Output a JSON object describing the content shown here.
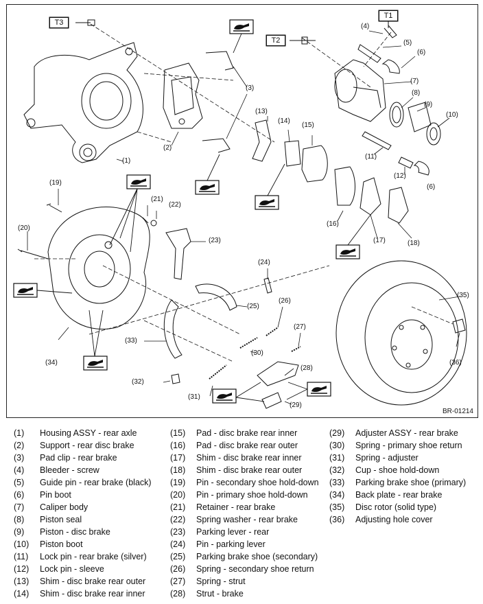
{
  "diagram": {
    "figure_id": "BR-01214",
    "torque_tags": [
      "T1",
      "T2",
      "T3"
    ],
    "callouts": [
      "(1)",
      "(2)",
      "(3)",
      "(4)",
      "(5)",
      "(6)",
      "(6)",
      "(7)",
      "(8)",
      "(9)",
      "(10)",
      "(11)",
      "(12)",
      "(13)",
      "(14)",
      "(15)",
      "(16)",
      "(17)",
      "(18)",
      "(19)",
      "(20)",
      "(21)",
      "(22)",
      "(23)",
      "(24)",
      "(25)",
      "(26)",
      "(27)",
      "(28)",
      "(29)",
      "(30)",
      "(31)",
      "(32)",
      "(33)",
      "(34)",
      "(35)",
      "(36)"
    ],
    "grease_icon": "grease-application-icon"
  },
  "legend": [
    [
      {
        "num": "(1)",
        "label": "Housing ASSY - rear axle"
      },
      {
        "num": "(2)",
        "label": "Support - rear disc brake"
      },
      {
        "num": "(3)",
        "label": "Pad clip - rear brake"
      },
      {
        "num": "(4)",
        "label": "Bleeder - screw"
      },
      {
        "num": "(5)",
        "label": "Guide pin - rear brake (black)"
      },
      {
        "num": "(6)",
        "label": "Pin boot"
      },
      {
        "num": "(7)",
        "label": "Caliper body"
      },
      {
        "num": "(8)",
        "label": "Piston seal"
      },
      {
        "num": "(9)",
        "label": "Piston - disc brake"
      },
      {
        "num": "(10)",
        "label": "Piston boot"
      },
      {
        "num": "(11)",
        "label": "Lock pin - rear brake (silver)"
      },
      {
        "num": "(12)",
        "label": "Lock pin - sleeve"
      },
      {
        "num": "(13)",
        "label": "Shim - disc brake rear outer"
      },
      {
        "num": "(14)",
        "label": "Shim - disc brake rear inner"
      }
    ],
    [
      {
        "num": "(15)",
        "label": "Pad - disc brake rear inner"
      },
      {
        "num": "(16)",
        "label": "Pad - disc brake rear outer"
      },
      {
        "num": "(17)",
        "label": "Shim - disc brake rear inner"
      },
      {
        "num": "(18)",
        "label": "Shim - disc brake rear outer"
      },
      {
        "num": "(19)",
        "label": "Pin - secondary shoe hold-down"
      },
      {
        "num": "(20)",
        "label": "Pin - primary shoe hold-down"
      },
      {
        "num": "(21)",
        "label": "Retainer - rear brake"
      },
      {
        "num": "(22)",
        "label": "Spring washer - rear brake"
      },
      {
        "num": "(23)",
        "label": "Parking lever - rear"
      },
      {
        "num": "(24)",
        "label": "Pin - parking lever"
      },
      {
        "num": "(25)",
        "label": "Parking brake shoe (secondary)"
      },
      {
        "num": "(26)",
        "label": "Spring - secondary shoe return"
      },
      {
        "num": "(27)",
        "label": "Spring - strut"
      },
      {
        "num": "(28)",
        "label": "Strut - brake"
      }
    ],
    [
      {
        "num": "(29)",
        "label": "Adjuster ASSY - rear brake"
      },
      {
        "num": "(30)",
        "label": "Spring - primary shoe return"
      },
      {
        "num": "(31)",
        "label": "Spring - adjuster"
      },
      {
        "num": "(32)",
        "label": "Cup - shoe hold-down"
      },
      {
        "num": "(33)",
        "label": "Parking brake shoe (primary)"
      },
      {
        "num": "(34)",
        "label": "Back plate - rear brake"
      },
      {
        "num": "(35)",
        "label": "Disc rotor (solid type)"
      },
      {
        "num": "(36)",
        "label": "Adjusting hole cover"
      }
    ]
  ]
}
